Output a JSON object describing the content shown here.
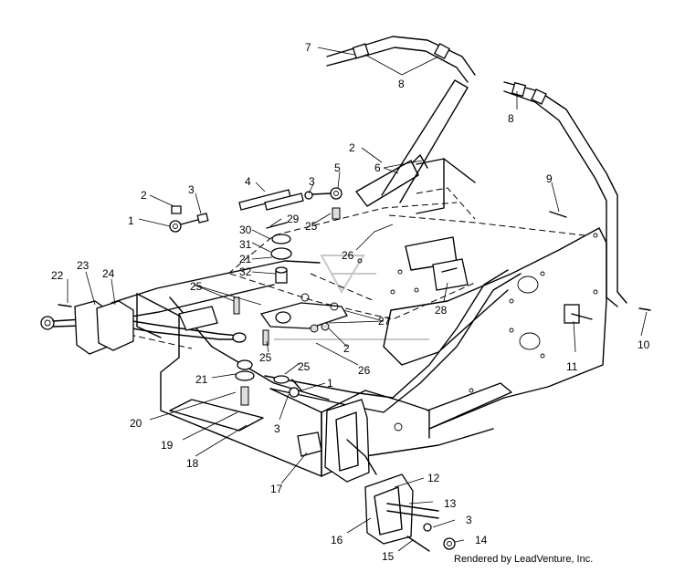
{
  "credit": "Rendered by LeadVenture, Inc.",
  "callouts": [
    {
      "id": "c7a",
      "text": "7"
    },
    {
      "id": "c8a",
      "text": "8"
    },
    {
      "id": "c8b",
      "text": "8"
    },
    {
      "id": "c2a",
      "text": "2"
    },
    {
      "id": "c6",
      "text": "6"
    },
    {
      "id": "c9",
      "text": "9"
    },
    {
      "id": "c4",
      "text": "4"
    },
    {
      "id": "c3a",
      "text": "3"
    },
    {
      "id": "c5",
      "text": "5"
    },
    {
      "id": "c2b",
      "text": "2"
    },
    {
      "id": "c3b",
      "text": "3"
    },
    {
      "id": "c1a",
      "text": "1"
    },
    {
      "id": "c29",
      "text": "29"
    },
    {
      "id": "c25a",
      "text": "25"
    },
    {
      "id": "c30",
      "text": "30"
    },
    {
      "id": "c31",
      "text": "31"
    },
    {
      "id": "c21a",
      "text": "21"
    },
    {
      "id": "c26a",
      "text": "26"
    },
    {
      "id": "c32",
      "text": "32"
    },
    {
      "id": "c22",
      "text": "22"
    },
    {
      "id": "c23",
      "text": "23"
    },
    {
      "id": "c24",
      "text": "24"
    },
    {
      "id": "c25b",
      "text": "25"
    },
    {
      "id": "c28",
      "text": "28"
    },
    {
      "id": "c27",
      "text": "27"
    },
    {
      "id": "c2c",
      "text": "2"
    },
    {
      "id": "c25c",
      "text": "25"
    },
    {
      "id": "c25d",
      "text": "25"
    },
    {
      "id": "c26b",
      "text": "26"
    },
    {
      "id": "c10",
      "text": "10"
    },
    {
      "id": "c11",
      "text": "11"
    },
    {
      "id": "c1b",
      "text": "1"
    },
    {
      "id": "c21b",
      "text": "21"
    },
    {
      "id": "c3c",
      "text": "3"
    },
    {
      "id": "c20",
      "text": "20"
    },
    {
      "id": "c19",
      "text": "19"
    },
    {
      "id": "c18",
      "text": "18"
    },
    {
      "id": "c17",
      "text": "17"
    },
    {
      "id": "c12",
      "text": "12"
    },
    {
      "id": "c13",
      "text": "13"
    },
    {
      "id": "c3d",
      "text": "3"
    },
    {
      "id": "c16",
      "text": "16"
    },
    {
      "id": "c14",
      "text": "14"
    },
    {
      "id": "c15",
      "text": "15"
    }
  ]
}
